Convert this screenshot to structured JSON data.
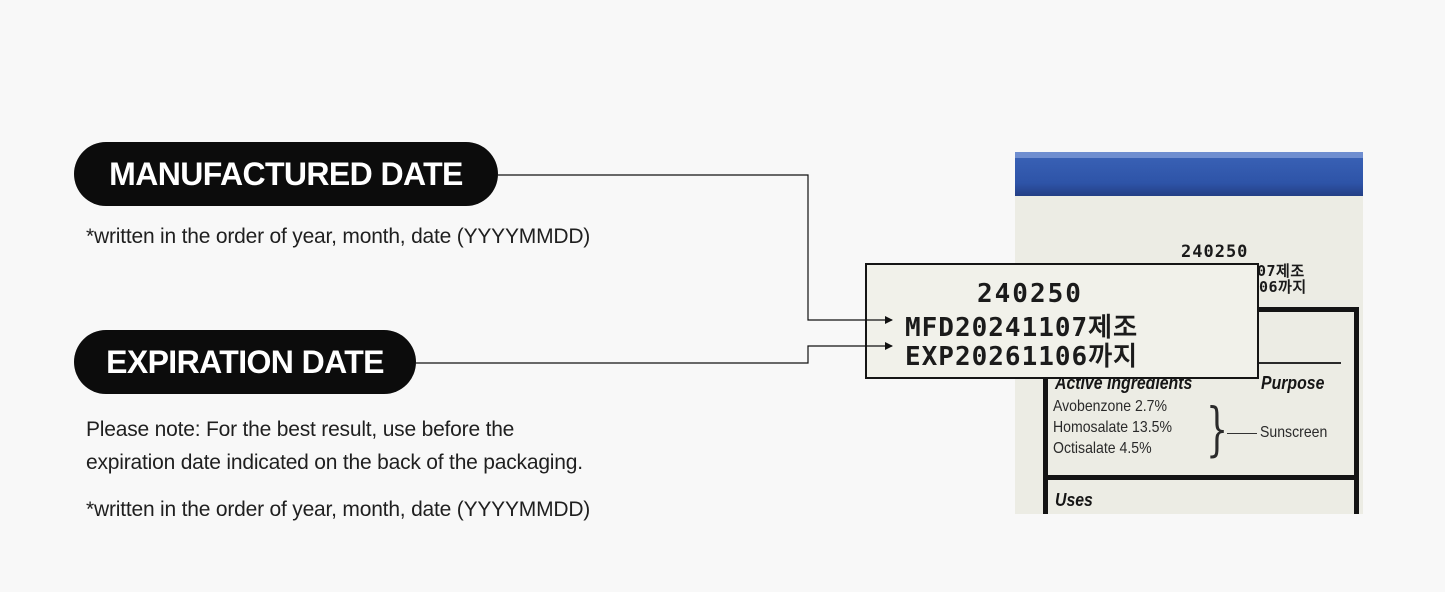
{
  "manufactured": {
    "label": "MANUFACTURED DATE",
    "note": "*written in the order of year, month, date (YYYYMMDD)"
  },
  "expiration": {
    "label": "EXPIRATION DATE",
    "note_line1": "Please note: For the best result, use before the",
    "note_line2": "expiration date indicated on the back of the packaging.",
    "note_format": "*written in the order of year, month, date (YYYYMMDD)"
  },
  "packaging": {
    "lot": "240250",
    "mfd_tail": "07제조",
    "exp_tail": "06까지",
    "active_ingredients_heading": "Active Ingredients",
    "purpose_heading": "Purpose",
    "ingredients": [
      "Avobenzone 2.7%",
      "Homosalate 13.5%",
      "Octisalate 4.5%"
    ],
    "purpose": "Sunscreen",
    "uses_heading": "Uses",
    "band_color": "#2e54a8"
  },
  "zoom": {
    "lot": "240250",
    "mfd": "MFD20241107제조",
    "exp": "EXP20261106까지"
  }
}
